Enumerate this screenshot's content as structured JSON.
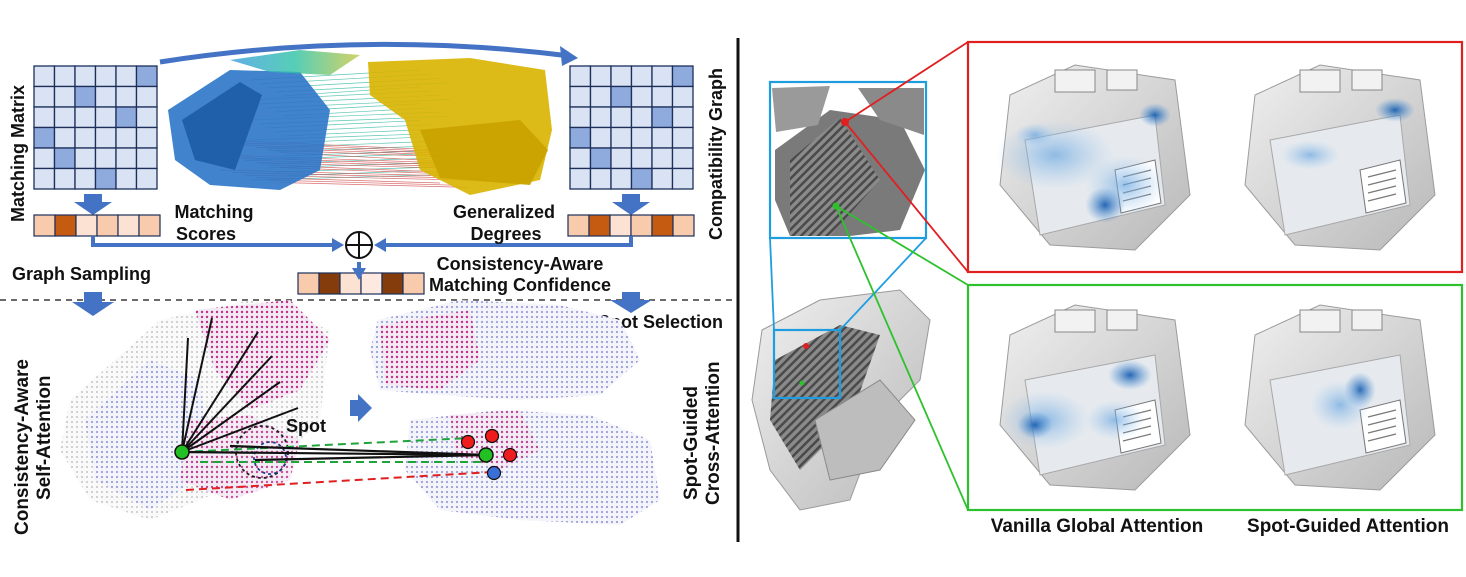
{
  "labels": {
    "matching_matrix": "Matching Matrix",
    "compatibility_graph": "Compatibility Graph",
    "matching_scores_line1": "Matching",
    "matching_scores_line2": "Scores",
    "generalized_degrees_line1": "Generalized",
    "generalized_degrees_line2": "Degrees",
    "consistency_confidence_line1": "Consistency-Aware",
    "consistency_confidence_line2": "Matching Confidence",
    "graph_sampling": "Graph Sampling",
    "spot_selection": "Spot Selection",
    "self_attention_line1": "Consistency-Aware",
    "self_attention_line2": "Self-Attention",
    "cross_attention_line1": "Spot-Guided",
    "cross_attention_line2": "Cross-Attention",
    "spot": "Spot",
    "vanilla_global_attention": "Vanilla Global Attention",
    "spot_guided_attention": "Spot-Guided Attention",
    "oplus": "⊕"
  },
  "colors": {
    "arrow_blue": "#4472c4",
    "cell_fill": "#dae3f3",
    "cell_dark": "#8faadc",
    "bar_light": "#f8cbad",
    "bar_mid": "#c55a11",
    "bar_dark": "#843c0c",
    "red_frame": "#e02020",
    "green_frame": "#2ec12e",
    "cyan_frame": "#1e9ee0",
    "pc_blue": "#2e75c8",
    "pc_yellow": "#d8b400",
    "pc_teal": "#2bb5a8",
    "pc_magenta": "#c2308a",
    "pc_lavender": "#a6a8e0",
    "green_point": "#22c022",
    "red_point": "#ee1c1c",
    "blue_point": "#3a6fd8"
  }
}
